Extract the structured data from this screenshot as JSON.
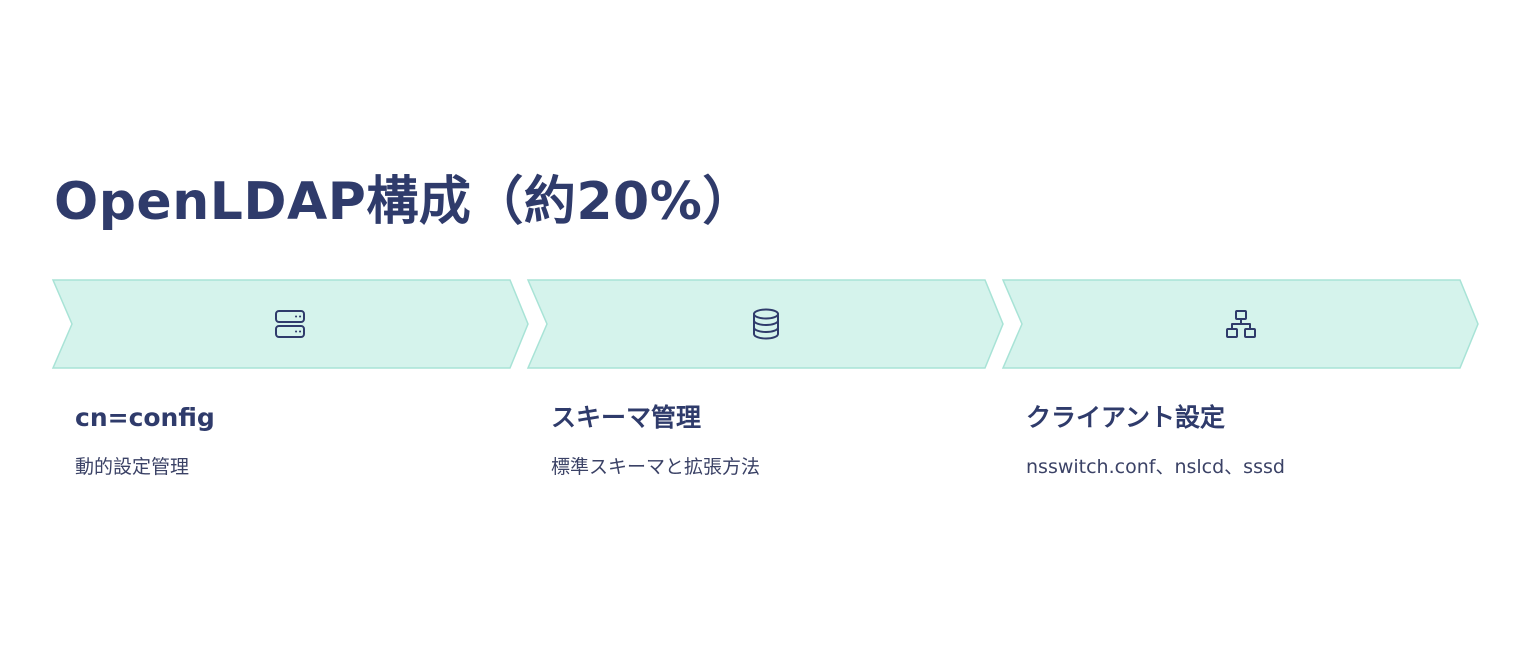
{
  "title": "OpenLDAP構成（約20%）",
  "colors": {
    "title": "#2f3b6b",
    "chevron_fill": "#d5f3ec",
    "chevron_stroke": "#a8e3d6",
    "icon": "#2f3b6b",
    "text": "#3b4266"
  },
  "steps": [
    {
      "icon": "server-icon",
      "title": "cn=config",
      "description": "動的設定管理"
    },
    {
      "icon": "database-icon",
      "title": "スキーマ管理",
      "description": "標準スキーマと拡張方法"
    },
    {
      "icon": "network-icon",
      "title": "クライアント設定",
      "description": "nsswitch.conf、nslcd、sssd"
    }
  ]
}
